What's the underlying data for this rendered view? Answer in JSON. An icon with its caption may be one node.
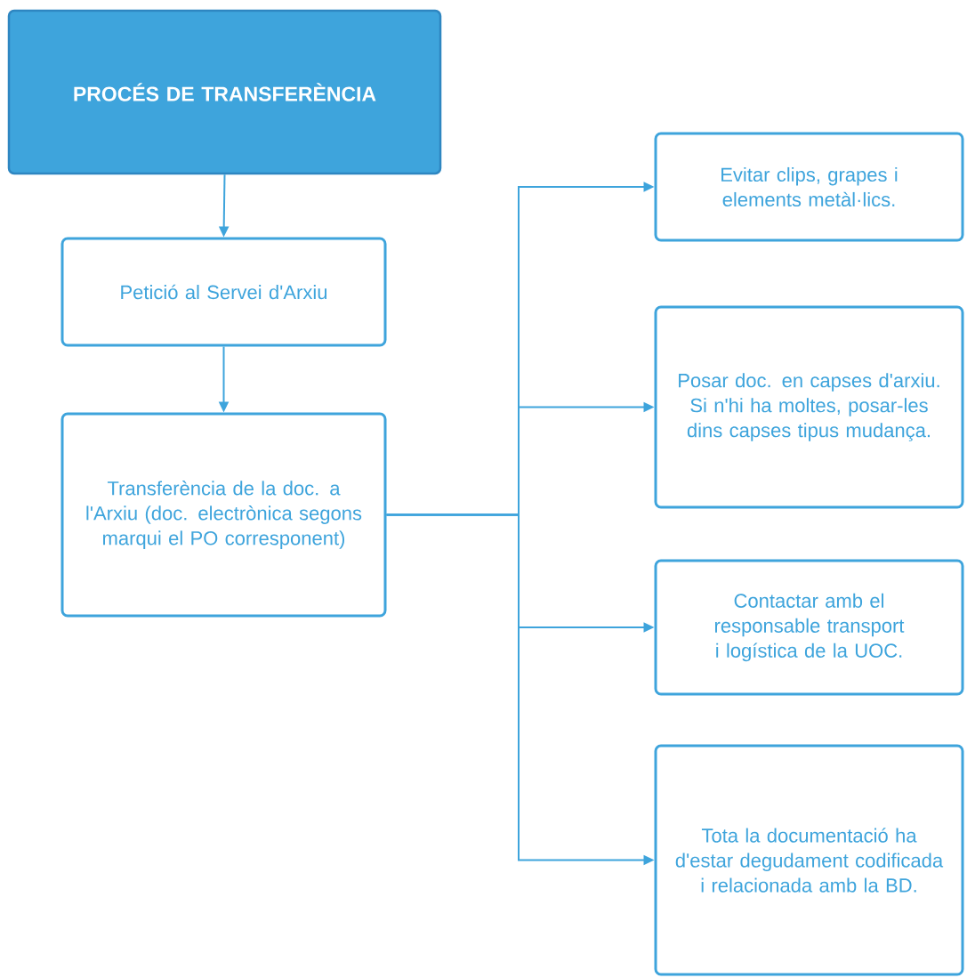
{
  "diagram": {
    "nodes": [
      {
        "text": [
          "PROCÉS DE TRANSFERÈNCIA"
        ]
      },
      {
        "text": [
          "Petició al Servei d'Arxiu"
        ]
      },
      {
        "text": [
          "Transferència de la doc. a l'Arxiu (doc. electrònica segons marqui el PO corresponent)"
        ]
      },
      {
        "text": [
          "Evitar clips, grapes i elements metàl·lics."
        ]
      },
      {
        "text": [
          "Posar doc. en capses d'arxiu. Si n'hi ha moltes, posar-les dins capses tipus mudança."
        ]
      },
      {
        "text": [
          "Contactar amb el responsable transport i logística de la UOC."
        ]
      },
      {
        "text": [
          "Tota la documentació ha d'estar degudament codificada i relacionada amb la BD."
        ]
      }
    ],
    "edges": [
      {
        "from": 0,
        "to": 1,
        "arrow": "to"
      },
      {
        "from": 1,
        "to": 2,
        "arrow": "to"
      },
      {
        "from": 2,
        "to": 3,
        "arrow": "to"
      },
      {
        "from": 2,
        "to": 4,
        "arrow": "to"
      },
      {
        "from": 2,
        "to": 5,
        "arrow": "to"
      },
      {
        "from": 2,
        "to": 6,
        "arrow": "to"
      }
    ]
  }
}
